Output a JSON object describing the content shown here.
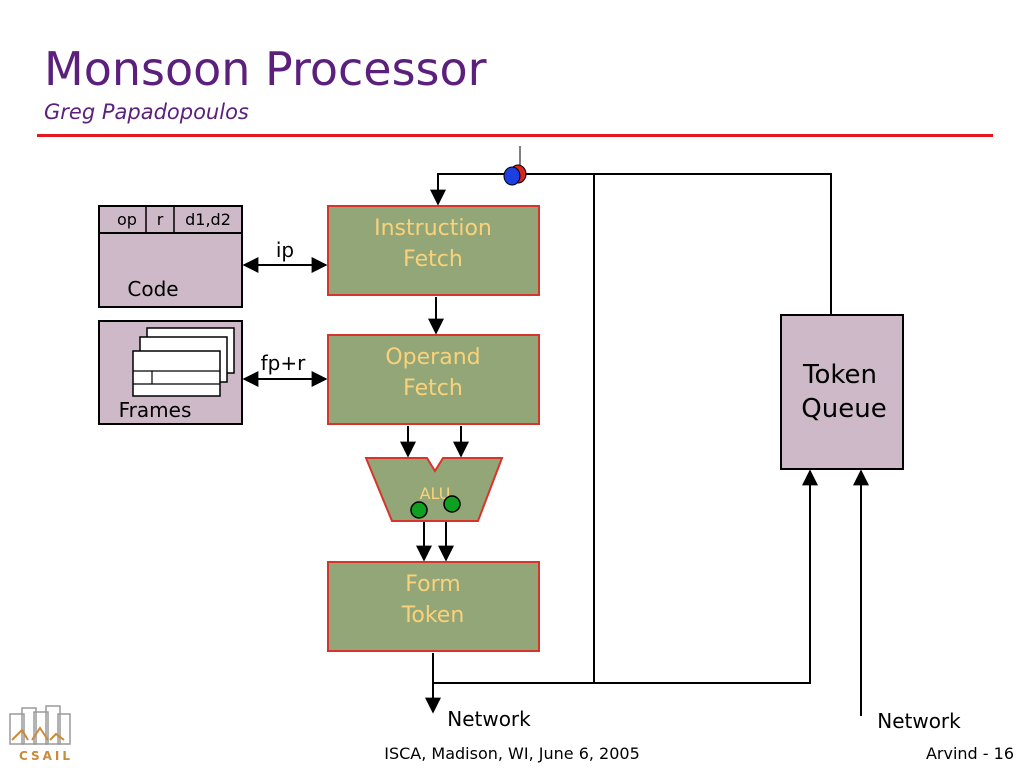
{
  "slide": {
    "title": "Monsoon Processor",
    "subtitle": "Greg Papadopoulos"
  },
  "diagram": {
    "blocks": {
      "instruction_fetch": [
        "Instruction",
        "Fetch"
      ],
      "operand_fetch": [
        "Operand",
        "Fetch"
      ],
      "alu": "ALU",
      "form_token": [
        "Form",
        "Token"
      ],
      "token_queue": [
        "Token",
        "Queue"
      ]
    },
    "code_memory": {
      "fields": [
        "op",
        "r",
        "d1,d2"
      ],
      "label": "Code"
    },
    "frames_memory": {
      "label": "Frames"
    },
    "edge_labels": {
      "ip": "ip",
      "fp_r": "fp+r"
    },
    "network_out_label": "Network",
    "network_in_label": "Network"
  },
  "footer": {
    "venue": "ISCA, Madison, WI, June 6, 2005",
    "page": "Arvind - 16",
    "logo_text": "CSAIL"
  },
  "colors": {
    "title": "#5b1f7c",
    "rule": "#e3191e",
    "block_fill": "#92a678",
    "block_border": "#d9342b",
    "block_text": "#fbd27a",
    "memory_fill": "#cdb9c8",
    "token_green": "#10a021",
    "token_blue": "#1d3fe0",
    "token_red": "#d6261d"
  }
}
